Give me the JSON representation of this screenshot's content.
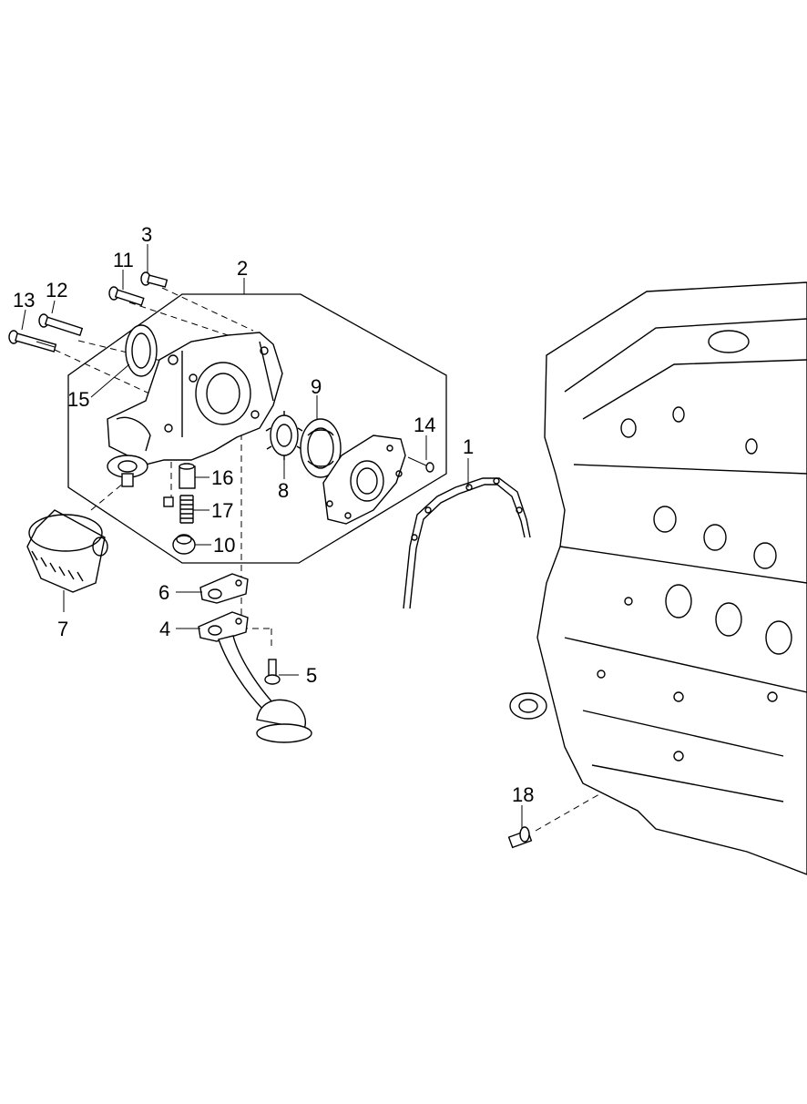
{
  "diagram": {
    "callouts": [
      "1",
      "2",
      "3",
      "4",
      "5",
      "6",
      "7",
      "8",
      "9",
      "10",
      "11",
      "12",
      "13",
      "14",
      "15",
      "16",
      "17",
      "18"
    ]
  },
  "parts": {
    "oil_filter": "oil-filter",
    "oil_pump_housing": "oil-pump-housing",
    "oil_strainer": "oil-strainer",
    "engine_block": "engine-block",
    "oil_pressure_switch": "oil-pressure-switch"
  }
}
